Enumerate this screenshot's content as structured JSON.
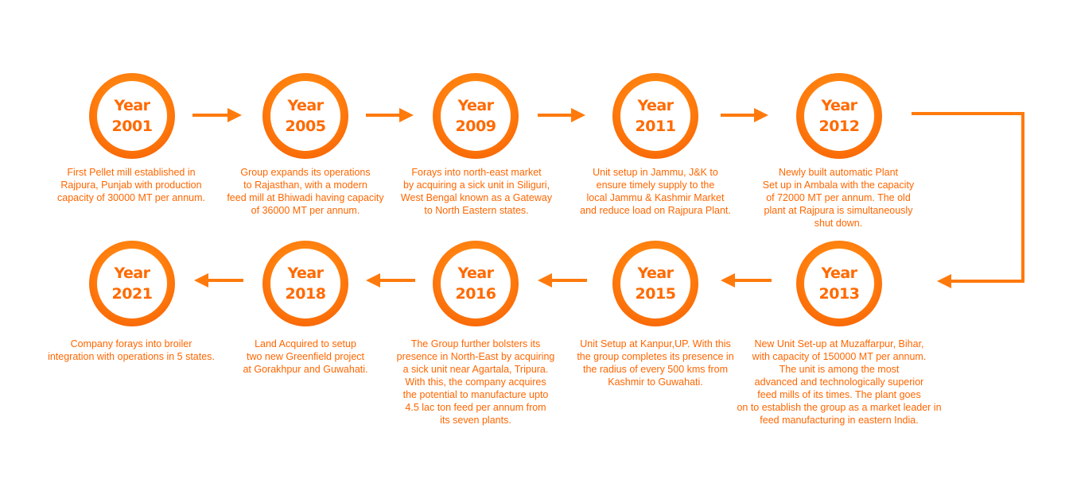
{
  "accent_color": "#ff6a00",
  "milestones": [
    {
      "label": "Year",
      "year": "2001",
      "text": [
        "First Pellet mill established in",
        "Rajpura, Punjab with production",
        "capacity of 30000 MT per annum."
      ]
    },
    {
      "label": "Year",
      "year": "2005",
      "text": [
        "Group expands its operations",
        "to Rajasthan, with a modern",
        "feed mill at Bhiwadi having capacity",
        "of 36000 MT per annum."
      ]
    },
    {
      "label": "Year",
      "year": "2009",
      "text": [
        "Forays into north-east market",
        "by acquiring a sick unit in Siliguri,",
        "West Bengal known as a Gateway",
        "to North Eastern states."
      ]
    },
    {
      "label": "Year",
      "year": "2011",
      "text": [
        "Unit setup in Jammu, J&K to",
        "ensure timely supply to the",
        "local Jammu & Kashmir Market",
        "and reduce load on Rajpura Plant."
      ]
    },
    {
      "label": "Year",
      "year": "2012",
      "text": [
        "Newly built automatic Plant",
        "Set up in Ambala with the capacity",
        "of 72000 MT per annum. The old",
        "plant at Rajpura is simultaneously",
        "shut down."
      ]
    },
    {
      "label": "Year",
      "year": "2013",
      "text": [
        "New Unit Set-up at Muzaffarpur, Bihar,",
        "with capacity of 150000 MT per annum.",
        "The unit is among the most",
        "advanced and technologically superior",
        "feed mills of its times. The plant goes",
        "on to establish the group as a market leader in",
        "feed manufacturing in eastern India."
      ]
    },
    {
      "label": "Year",
      "year": "2015",
      "text": [
        "Unit Setup at Kanpur,UP. With this",
        "the group completes its presence in",
        "the radius of every 500 kms from",
        "Kashmir to Guwahati."
      ]
    },
    {
      "label": "Year",
      "year": "2016",
      "text": [
        "The Group further bolsters its",
        "presence in North-East by acquiring",
        "a sick unit near Agartala, Tripura.",
        "With this, the company acquires",
        "the potential to manufacture upto",
        "4.5 lac ton feed per annum from",
        "its seven plants."
      ]
    },
    {
      "label": "Year",
      "year": "2018",
      "text": [
        "Land Acquired to setup",
        "two new Greenfield project",
        "at Gorakhpur and Guwahati."
      ]
    },
    {
      "label": "Year",
      "year": "2021",
      "text": [
        "Company forays into broiler",
        "integration with operations in 5 states."
      ]
    }
  ]
}
